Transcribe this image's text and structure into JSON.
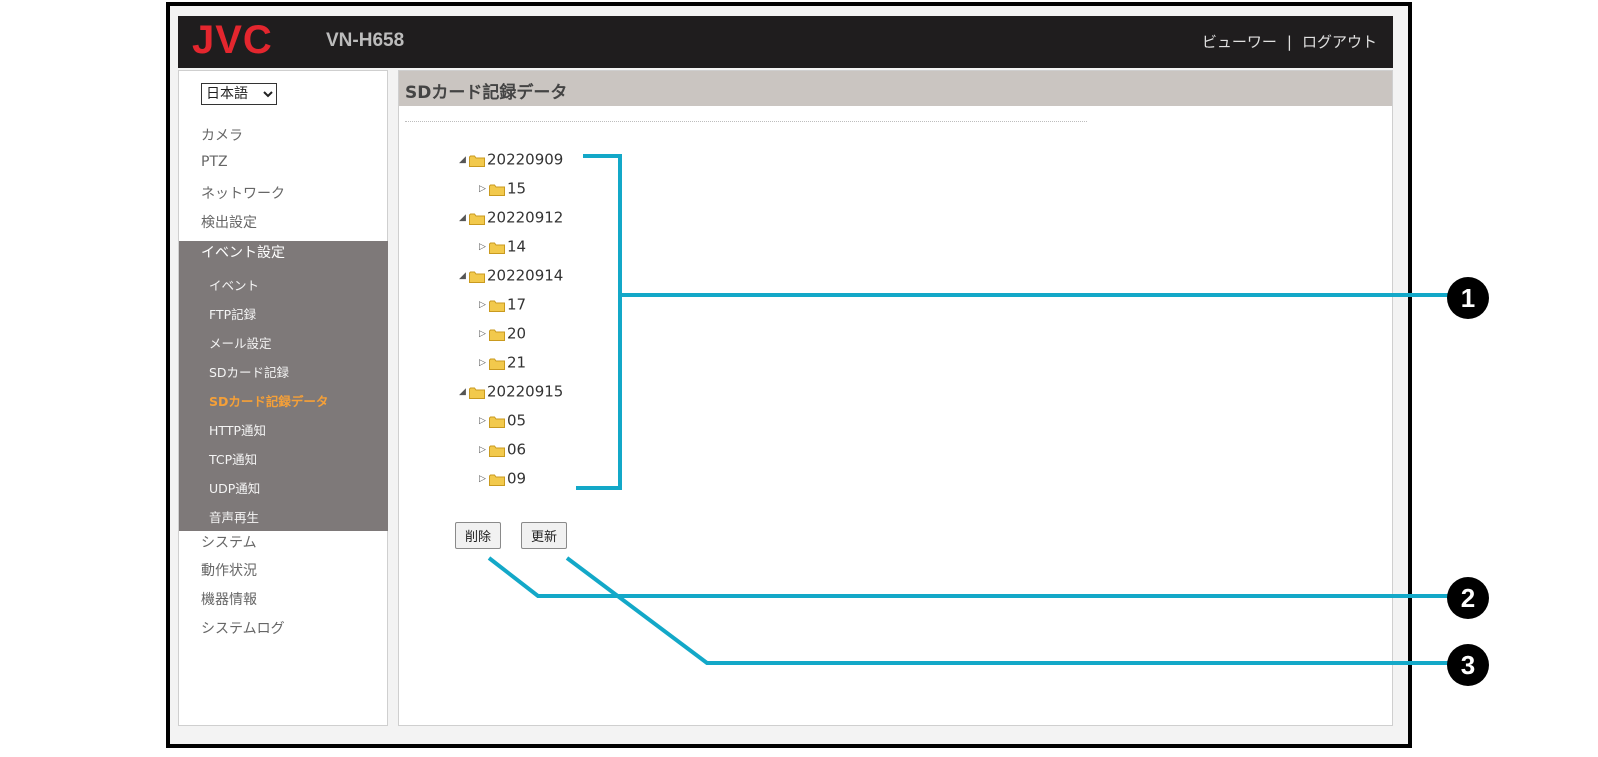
{
  "header": {
    "logo": "JVC",
    "model": "VN-H658",
    "viewer_link": "ビューワー",
    "separator": "|",
    "logout_link": "ログアウト"
  },
  "sidebar": {
    "language": "日本語",
    "items_top": [
      "カメラ",
      "PTZ",
      "ネットワーク",
      "検出設定"
    ],
    "event_section": "イベント設定",
    "event_subitems": [
      "イベント",
      "FTP記録",
      "メール設定",
      "SDカード記録",
      "SDカード記録データ",
      "HTTP通知",
      "TCP通知",
      "UDP通知",
      "音声再生"
    ],
    "active_subitem": "SDカード記録データ",
    "items_bottom": [
      "システム",
      "動作状況",
      "機器情報",
      "システムログ"
    ]
  },
  "main": {
    "title": "SDカード記録データ",
    "tree": [
      {
        "label": "20220909",
        "children": [
          "15"
        ]
      },
      {
        "label": "20220912",
        "children": [
          "14"
        ]
      },
      {
        "label": "20220914",
        "children": [
          "17",
          "20",
          "21"
        ]
      },
      {
        "label": "20220915",
        "children": [
          "05",
          "06",
          "09"
        ]
      }
    ],
    "delete_button": "削除",
    "refresh_button": "更新"
  },
  "callouts": [
    "1",
    "2",
    "3"
  ],
  "colors": {
    "header_bg": "#1f1d1e",
    "logo": "#e4262e",
    "event_block": "#7e7979",
    "active_item": "#f5a038",
    "title_bar": "#cac5c1",
    "callout_line": "#13a8c8",
    "folder": "#f2c94c"
  }
}
